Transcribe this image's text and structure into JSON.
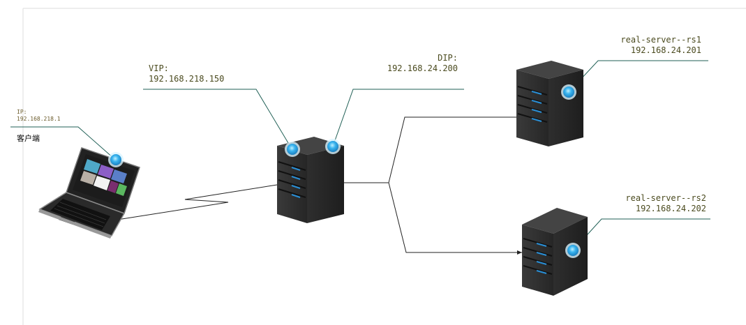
{
  "client": {
    "ip_label": "IP:",
    "ip": "192.168.218.1",
    "name": "客户端"
  },
  "director": {
    "vip_label": "VIP:",
    "vip": "192.168.218.150",
    "dip_label": "DIP:",
    "dip": "192.168.24.200"
  },
  "rs1": {
    "name": "real-server--rs1",
    "ip": "192.168.24.201"
  },
  "rs2": {
    "name": "real-server--rs2",
    "ip": "192.168.24.202"
  },
  "colors": {
    "callout_line": "#1f5f55",
    "connector": "#222222",
    "server_body": "#2c2c2c",
    "led": "#2a8fd6",
    "node_dot": "#39b4ef"
  }
}
